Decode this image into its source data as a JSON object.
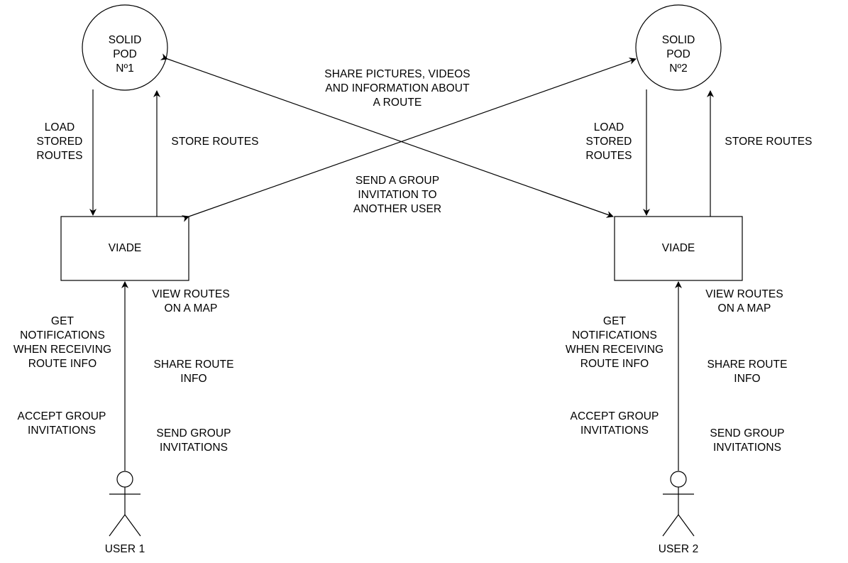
{
  "pods": [
    {
      "label": "SOLID\nPOD\nNº1"
    },
    {
      "label": "SOLID\nPOD\nNº2"
    }
  ],
  "apps": [
    {
      "label": "VIADE"
    },
    {
      "label": "VIADE"
    }
  ],
  "users": [
    {
      "label": "USER 1"
    },
    {
      "label": "USER 2"
    }
  ],
  "pod_edges": {
    "load": "LOAD\nSTORED\nROUTES",
    "store": "STORE ROUTES"
  },
  "cross_edges": {
    "share": "SHARE PICTURES, VIDEOS\nAND INFORMATION ABOUT\nA ROUTE",
    "invite": "SEND A GROUP\nINVITATION TO\nANOTHER USER"
  },
  "user_actions": {
    "view": "VIEW ROUTES\nON A MAP",
    "notify": "GET\nNOTIFICATIONS\nWHEN RECEIVING\nROUTE INFO",
    "share": "SHARE ROUTE\nINFO",
    "accept": "ACCEPT GROUP\nINVITATIONS",
    "send": "SEND GROUP\nINVITATIONS"
  }
}
